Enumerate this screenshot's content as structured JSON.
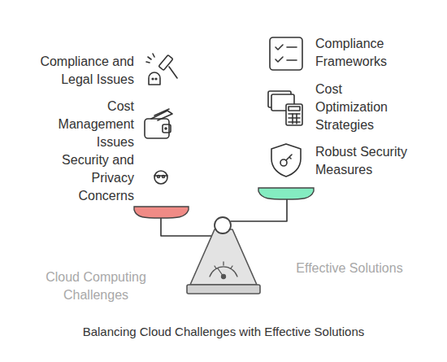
{
  "diagram": {
    "caption": "Balancing Cloud Challenges with Effective Solutions",
    "labels": [
      "Compliance and Legal Issues",
      "Cost Management Issues",
      "Security and Privacy Concerns",
      "Compliance Frameworks",
      "Cost Optimization Strategies",
      "Robust Security Measures",
      "Cloud Computing Challenges",
      "Effective Solutions"
    ]
  }
}
